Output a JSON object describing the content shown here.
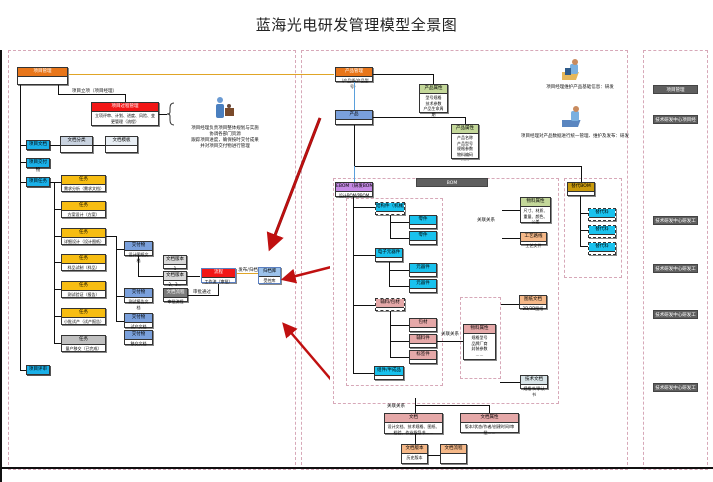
{
  "title": "蓝海光电研发管理模型全景图",
  "left": {
    "root": {
      "header": "项目管理",
      "body": ""
    },
    "link_label": "项目立项（项目经理）",
    "red_box": {
      "header": "项目过程管理",
      "body": "立项评审、计划、进度、风险、变更管理（流程）"
    },
    "person_note": [
      "项目经理负责项目整体规划与实施",
      "协调各部门资源",
      "跟踪项目进度，确保按时交付成果",
      "并对项目交付物进行管理"
    ],
    "row1_tag": "项目文档",
    "row1_box1": {
      "header": "文档分类",
      "body": ""
    },
    "row1_box2": {
      "header": "文档模板",
      "body": ""
    },
    "row2_tag": "项目交付物",
    "row3_tag": "项目任务",
    "tasks": [
      {
        "header": "任务",
        "body": "需求分析（需求文档）"
      },
      {
        "header": "任务",
        "body": "方案设计（方案）"
      },
      {
        "header": "任务",
        "body": "详细设计（设计图纸）"
      },
      {
        "header": "任务",
        "body": "样品试制（样品）"
      },
      {
        "header": "任务",
        "body": "测试验证（报告）"
      },
      {
        "header": "任务",
        "body": "小批试产（试产报告）"
      },
      {
        "header": "任务",
        "body": "量产移交（已完成）"
      }
    ],
    "deliverables": [
      {
        "header": "交付物",
        "body": "设计图纸文档"
      },
      {
        "header": "交付物",
        "body": "测试报告文档"
      },
      {
        "header": "交付物",
        "body": "试产文档"
      },
      {
        "header": "交付物",
        "body": "移交文档"
      }
    ],
    "doc_versions": [
      {
        "header": "文档版本",
        "body": "1"
      },
      {
        "header": "文档版本",
        "body": "2、3…"
      },
      {
        "header": "文档流程",
        "body": "审批流程"
      }
    ],
    "flow_label": "审批通过",
    "red_small": {
      "header": "流程",
      "body": "工作流（审批）"
    },
    "release_label": "发布/归档",
    "archive": {
      "header": "归档库",
      "body": "受控库"
    },
    "row4_tag": "项目评审"
  },
  "middle": {
    "product_mgmt": {
      "header": "产品管理",
      "body": "（产品线/产品型号）"
    },
    "product_attr": {
      "header": "产品属性",
      "body": [
        "型号规格",
        "技术参数",
        "产品生命周期"
      ]
    },
    "product": {
      "header": "产品",
      "body": ""
    },
    "product_attr2": {
      "header": "产品属性",
      "body": [
        "产品名称",
        "产品型号",
        "规格参数",
        "物料编码",
        "……"
      ]
    },
    "bom_bar": "BOM",
    "bom_top": {
      "header": "EBOM（研发BOM）",
      "body": "设计BOM/PBOM"
    },
    "part_group1": {
      "header": "结构件（机械）",
      "body": ""
    },
    "part1a": {
      "header": "零件",
      "body": ""
    },
    "part1b": {
      "header": "零件",
      "body": ""
    },
    "part_group2": {
      "header": "电子元器件",
      "body": ""
    },
    "part2a": {
      "header": "元器件",
      "body": ""
    },
    "part2b": {
      "header": "元器件",
      "body": ""
    },
    "part_group3": {
      "header": "辅料/包材",
      "body": ""
    },
    "part3a": {
      "header": "包材",
      "body": ""
    },
    "part3b": {
      "header": "辅料件",
      "body": ""
    },
    "part3c": {
      "header": "标签件",
      "body": ""
    },
    "sub_assembly": {
      "header": "组件/半成品",
      "body": ""
    },
    "rel_label1": "关联关系",
    "rel_label2": "关联关系",
    "rel_label3": "关联关系",
    "attr_box1": {
      "header": "物料属性",
      "body": "尺寸、材质、重量、颜色、公差"
    },
    "attr_box2": {
      "header": "工艺路线",
      "body": "工艺文件"
    },
    "attr_box3": {
      "header": "图纸文档",
      "body": "2D/3D图纸"
    },
    "attr_box4": {
      "header": "物料属性",
      "body": [
        "规格型号",
        "品牌厂商",
        "封装参数",
        "……"
      ]
    },
    "attr_box5": {
      "header": "技术文档",
      "body": "规格书/承认书"
    },
    "sbom": {
      "header": "替代BOM",
      "body": ""
    },
    "sbom_items": [
      {
        "header": "替代料",
        "body": ""
      },
      {
        "header": "替代料",
        "body": ""
      },
      {
        "header": "替代料",
        "body": ""
      }
    ],
    "doc_box": {
      "header": "文档",
      "body": "设计文档、技术规格、图纸、检验、作业指导书……"
    },
    "doc_box2": {
      "header": "文档属性",
      "body": "版本/状态/作者/创建时间/审批……"
    },
    "doc_ver": {
      "header": "文档版本",
      "body": "历史版本"
    },
    "doc_flow": {
      "header": "文档流程",
      "body": ""
    },
    "doc_rel_label": "关联关系",
    "person1_note": "项目经理维护产品基础信息：研发",
    "person2_note": "项目经理对产品数据进行统一管理、维护及发布：研发"
  },
  "right": {
    "items": [
      "项目管理",
      "技术研发中心项目经理人",
      "技术研发中心研发工程师",
      "技术研发中心研发工程师",
      "技术研发中心研发工程师",
      "技术研发中心研发工程师"
    ]
  }
}
